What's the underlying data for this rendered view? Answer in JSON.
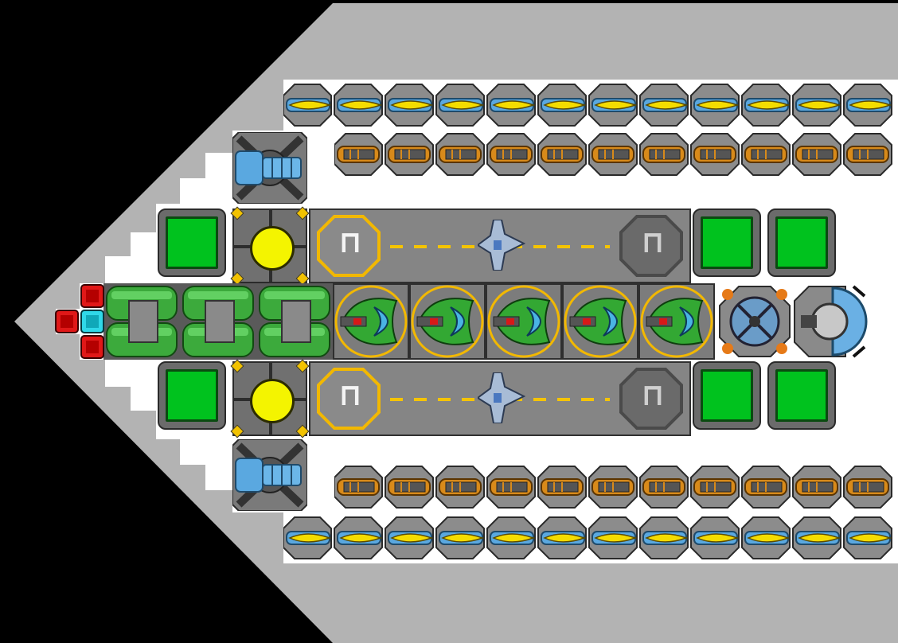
{
  "scene": {
    "background_color": "#000000",
    "hull_color": "#b3b3b3",
    "deck_color": "#ffffff",
    "accent_yellow": "#f4f400",
    "accent_green": "#00c21e",
    "accent_blue": "#5aa8e0",
    "accent_orange": "#d88a1a"
  },
  "hangars": [
    {
      "pad_left_label": "⊓",
      "pad_right_label": "⊓"
    },
    {
      "pad_left_label": "⊓",
      "pad_right_label": "⊓"
    }
  ],
  "counts": {
    "rocket_turrets_per_row": 12,
    "cannon_turrets_per_row": 11,
    "green_fighter_modules": 5
  },
  "icons": [
    "rocket-turret-icon",
    "cannon-turret-icon",
    "reactor-icon",
    "cargo-icon",
    "hangar-icon",
    "fighter-icon",
    "thruster-icon",
    "shield-icon",
    "bridge-icon",
    "small-thruster-icon"
  ]
}
